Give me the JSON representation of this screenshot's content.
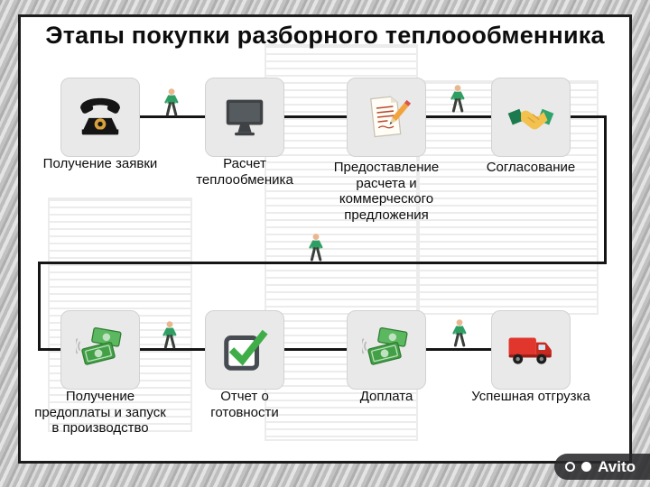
{
  "title": "Этапы покупки разборного теплоообменника",
  "colors": {
    "line": "#151515",
    "box_bg": "#e9e9e9",
    "person_green": "#2e9e63",
    "money_green": "#43a047",
    "truck_red": "#e0362c",
    "check_green": "#3fae49",
    "dial_gold": "#d9a13b"
  },
  "steps": [
    {
      "icon": "phone-icon",
      "label": "Получение заявки"
    },
    {
      "icon": "monitor-icon",
      "label": "Расчет\nтеплообменика"
    },
    {
      "icon": "document-pencil-icon",
      "label": "Предоставление\nрасчета и\nкоммерческого\nпредложения"
    },
    {
      "icon": "handshake-icon",
      "label": "Согласование"
    },
    {
      "icon": "money-icon",
      "label": "Получение\nпредоплаты и запуск\nв производство"
    },
    {
      "icon": "checkbox-icon",
      "label": "Отчет о\nготовности"
    },
    {
      "icon": "money-icon",
      "label": "Доплата"
    },
    {
      "icon": "truck-icon",
      "label": "Успешная отгрузка"
    }
  ],
  "watermark": {
    "brand": "Avito"
  }
}
